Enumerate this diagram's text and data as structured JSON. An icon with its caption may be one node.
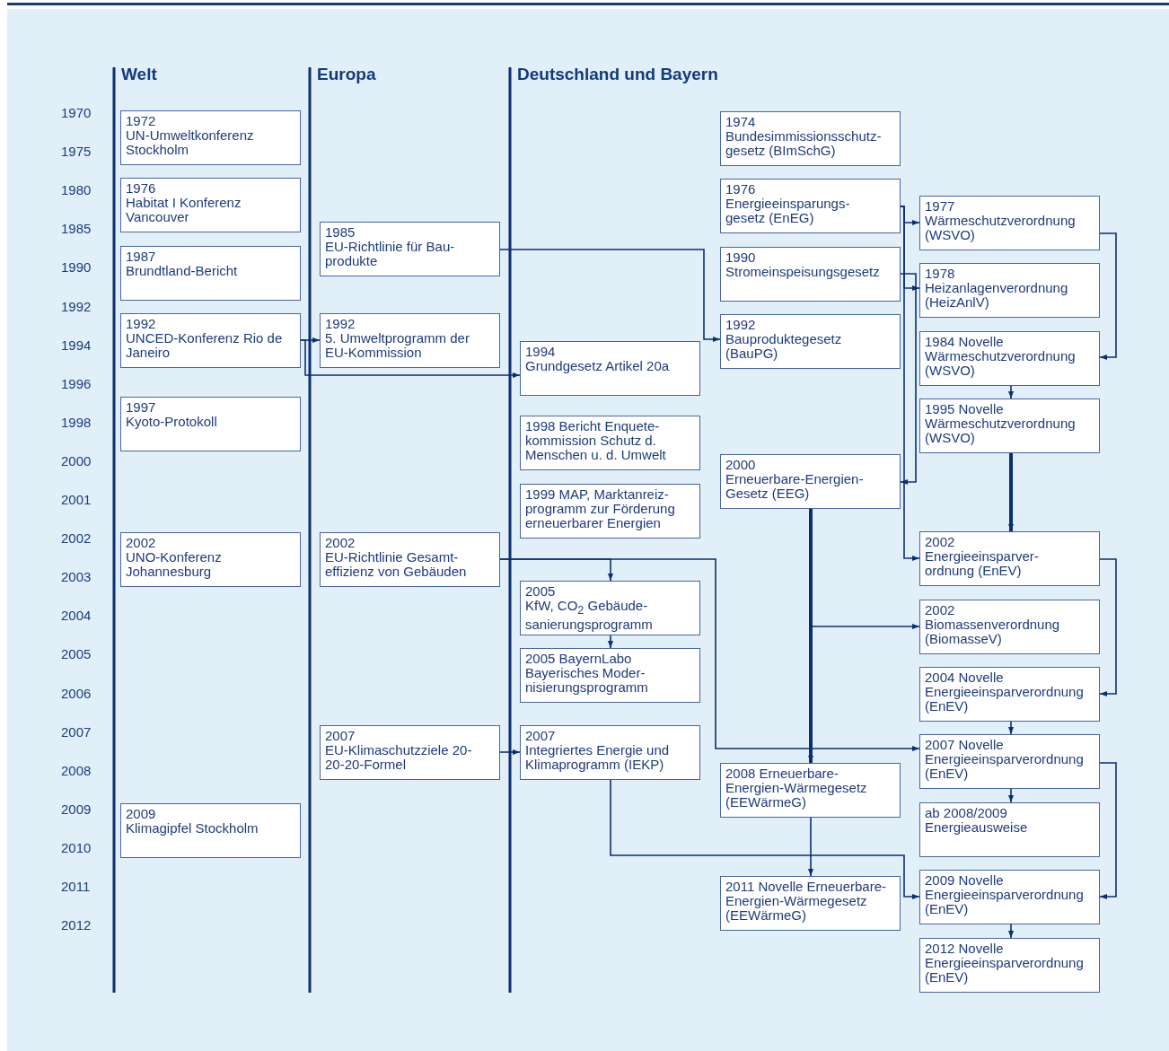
{
  "diagram": {
    "nodes": [
      {
        "text": [
          "1972",
          "UN-Umweltkonferenz Stockholm"
        ]
      },
      {
        "text": [
          "1976",
          "Habitat I Konferenz Vancouver"
        ]
      },
      {
        "text": [
          "1987",
          "Brundtland-Bericht"
        ]
      },
      {
        "text": [
          "1992",
          "UNCED-Konferenz Rio de Janeiro"
        ]
      },
      {
        "text": [
          "1997",
          "Kyoto-Protokoll"
        ]
      },
      {
        "text": [
          "2002",
          "UNO-Konferenz Johannesburg"
        ]
      },
      {
        "text": [
          "2009",
          "Klimagipfel Stockholm"
        ]
      },
      {
        "text": [
          "1985",
          "EU-Richtlinie für Bau- produkte"
        ]
      },
      {
        "text": [
          "1992",
          "5. Umweltprogramm der EU-Kommission"
        ]
      },
      {
        "text": [
          "2002",
          "EU-Richtlinie Gesamt- effizienz von Gebäuden"
        ]
      },
      {
        "text": [
          "2007",
          "EU-Klimaschutzziele 20-20-20-Formel"
        ]
      },
      {
        "text": [
          "1994",
          "Grundgesetz Artikel 20a"
        ]
      },
      {
        "text": [
          "1998 Bericht Enquete- kommission Schutz d. Menschen u. d. Umwelt"
        ]
      },
      {
        "text": [
          "1999 MAP, Marktanreiz- programm zur Förderung erneuerbarer Energien"
        ]
      },
      {
        "text": [
          "2005",
          "KfW, CO$_{2}$ Gebäude- sanierungsprogramm"
        ]
      },
      {
        "text": [
          "2005 BayernLabo Bayerisches Moder- nisierungsprogramm"
        ]
      },
      {
        "text": [
          "2007",
          "Integriertes Energie und Klimaprogramm (IEKP)"
        ]
      },
      {
        "text": [
          "1974",
          "Bundesimmissionsschutz- gesetz (BImSchG)"
        ]
      },
      {
        "text": [
          "1976",
          "Energieeinsparungs- gesetz (EnEG)"
        ]
      },
      {
        "text": [
          "1990",
          "Stromeinspeisungsgesetz"
        ]
      },
      {
        "text": [
          "1992",
          "Bauproduktegesetz (BauPG)"
        ]
      },
      {
        "text": [
          "2000",
          "Erneuerbare-Energien- Gesetz (EEG)"
        ]
      },
      {
        "text": [
          "2008 Erneuerbare- Energien-Wärmegesetz (EEWärmeG)"
        ]
      },
      {
        "text": [
          "2011 Novelle Erneuerbare- Energien-Wärmegesetz (EEWärmeG)"
        ]
      },
      {
        "text": [
          "1977",
          "Wärmeschutzverordnung (WSVO)"
        ]
      },
      {
        "text": [
          "1978",
          "Heizanlagenverordnung (HeizAnlV)"
        ]
      },
      {
        "text": [
          "1984 Novelle",
          "Wärmeschutzverordnung (WSVO)"
        ]
      },
      {
        "text": [
          "1995 Novelle",
          "Wärmeschutzverordnung (WSVO)"
        ]
      },
      {
        "text": [
          "2002",
          "Energieeinsparver- ordnung (EnEV)"
        ]
      },
      {
        "text": [
          "2002",
          "Biomassenverordnung (BiomasseV)"
        ]
      },
      {
        "text": [
          "2004 Novelle",
          "Energieeinsparverordnung (EnEV)"
        ]
      },
      {
        "text": [
          "2007 Novelle",
          "Energieeinsparverordnung (EnEV)"
        ]
      },
      {
        "text": [
          "ab 2008/2009",
          "Energieausweise"
        ]
      },
      {
        "text": [
          "2009 Novelle",
          "Energieeinsparverordnung (EnEV)"
        ]
      },
      {
        "text": [
          "2012 Novelle",
          "Energieeinsparverordnung (EnEV)"
        ]
      }
    ],
    "edges": [
      {
        "from": 3,
        "to": 8,
        "arrow": "to"
      },
      {
        "from": 3,
        "to": 11,
        "arrow": "to"
      },
      {
        "from": 7,
        "to": 20,
        "arrow": "to"
      },
      {
        "from": 18,
        "to": 24,
        "arrow": "to"
      },
      {
        "from": 18,
        "to": 25,
        "arrow": "to"
      },
      {
        "from": 18,
        "to": 28,
        "arrow": "to"
      },
      {
        "from": 19,
        "to": 21,
        "arrow": "to"
      },
      {
        "from": 24,
        "to": 26,
        "arrow": "to"
      },
      {
        "from": 26,
        "to": 27,
        "arrow": "to"
      },
      {
        "from": 27,
        "to": 28,
        "arrow": "to",
        "style": "thick"
      },
      {
        "from": 28,
        "to": 30,
        "arrow": "to"
      },
      {
        "from": 30,
        "to": 31,
        "arrow": "to"
      },
      {
        "from": 31,
        "to": 32,
        "arrow": "to"
      },
      {
        "from": 31,
        "to": 33,
        "arrow": "to"
      },
      {
        "from": 33,
        "to": 34,
        "arrow": "to"
      },
      {
        "from": 9,
        "to": 14,
        "arrow": "to"
      },
      {
        "from": 9,
        "to": 31,
        "arrow": "to"
      },
      {
        "from": 14,
        "to": 15,
        "arrow": "to"
      },
      {
        "from": 10,
        "to": 16,
        "arrow": "to"
      },
      {
        "from": 16,
        "to": 33,
        "arrow": "to"
      },
      {
        "from": 21,
        "to": 22,
        "arrow": "to",
        "style": "thick"
      },
      {
        "from": 21,
        "to": 29,
        "arrow": "to"
      },
      {
        "from": 22,
        "to": 23,
        "arrow": "to"
      }
    ],
    "labels": [
      "Welt",
      "Europa",
      "Deutschland und Bayern",
      "1970",
      "1975",
      "1980",
      "1985",
      "1990",
      "1992",
      "1994",
      "1996",
      "1998",
      "2000",
      "2001",
      "2002",
      "2003",
      "2004",
      "2005",
      "2006",
      "2007",
      "2008",
      "2009",
      "2010",
      "2011",
      "2012"
    ]
  }
}
